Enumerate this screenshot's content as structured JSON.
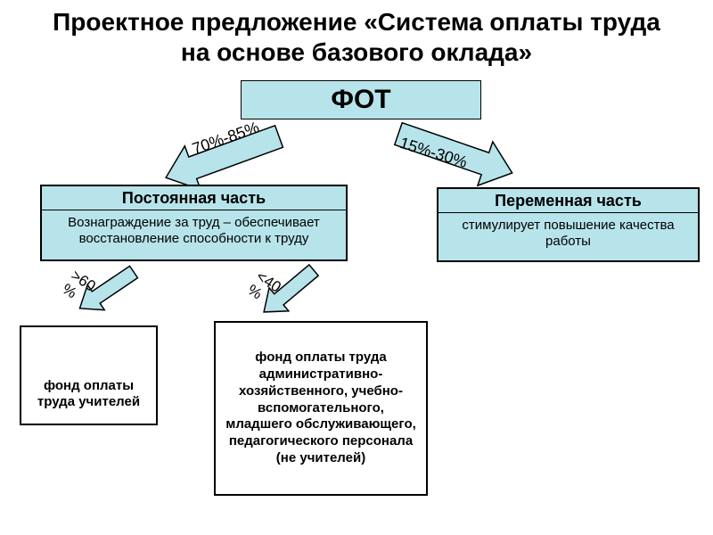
{
  "title": "Проектное предложение «Система оплаты труда на основе базового оклада»",
  "fot": {
    "label": "ФОТ"
  },
  "arrow_labels": {
    "left": "70%-85%",
    "right": "15%-30%",
    "sub_left": ">60 %",
    "sub_right": "<40 %"
  },
  "constant_part": {
    "title": "Постоянная часть",
    "body": "Вознаграждение за труд – обеспечивает восстановление способности к труду"
  },
  "variable_part": {
    "title": "Переменная часть",
    "body": "стимулирует повышение качества работы"
  },
  "teachers_fund": {
    "text": "фонд оплаты труда учителей"
  },
  "staff_fund": {
    "text": "фонд оплаты труда административно-хозяйственного, учебно-вспомогательного, младшего обслуживающего, педагогического персонала (не учителей)"
  },
  "colors": {
    "shape_fill": "#b7e4ea",
    "border": "#000000",
    "background": "#ffffff"
  }
}
